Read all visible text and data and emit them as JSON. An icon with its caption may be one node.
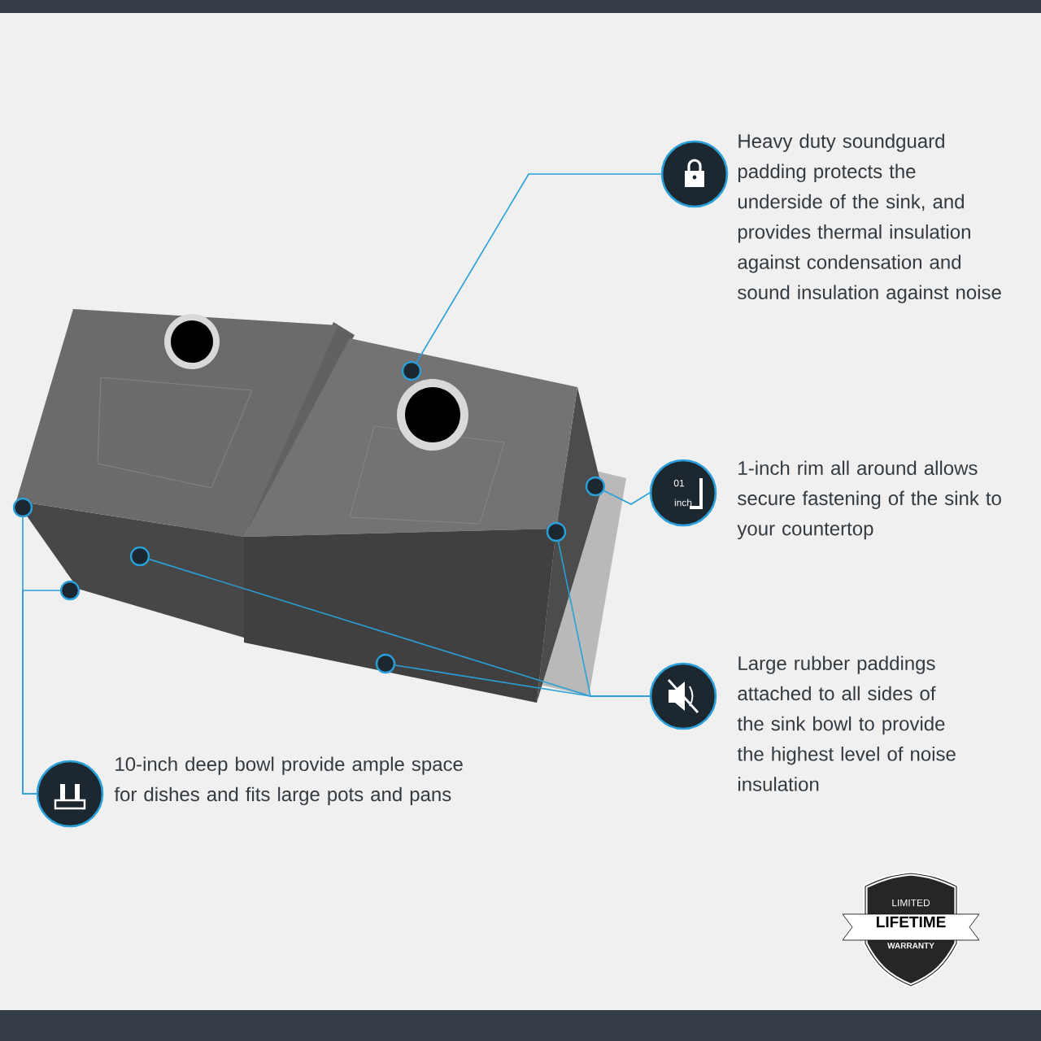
{
  "diagram": {
    "nodes": [
      {
        "text": [],
        "shape": "circle",
        "beside": [
          "Heavy duty soundguard padding protects the underside of the sink, and provides thermal insulation against condensation and sound insulation against noise"
        ]
      },
      {
        "text": [],
        "shape": "circle"
      },
      {
        "text": [
          "01 inch"
        ],
        "beside": [
          "1-inch rim all around allows secure fastening of the sink to your countertop"
        ]
      },
      {
        "text": [],
        "shape": "circle"
      },
      {
        "text": [],
        "shape": "circle"
      },
      {
        "text": [],
        "shape": "circle"
      },
      {
        "text": [],
        "shape": "circle"
      },
      {
        "text": [],
        "shape": "circle"
      },
      {
        "text": [],
        "shape": "circle"
      },
      {
        "text": [],
        "shape": "circle",
        "beside": [
          "Large rubber paddings attached to all sides of the sink bowl to provide the highest level of noise insulation"
        ]
      },
      {
        "text": [],
        "shape": "circle",
        "beside": [
          "10-inch deep bowl provide ample space for dishes and fits large pots and pans"
        ]
      },
      {
        "text": [
          "LIMITED",
          "LIFETIME",
          "WARRANTY"
        ]
      }
    ],
    "edges": [
      {
        "from": 0,
        "to": 1,
        "arrow": "none"
      },
      {
        "from": 2,
        "to": 3,
        "arrow": "none"
      },
      {
        "from": 9,
        "to": 5,
        "arrow": "none"
      },
      {
        "from": 9,
        "to": 6,
        "arrow": "none"
      },
      {
        "from": 9,
        "to": 8,
        "arrow": "none"
      },
      {
        "from": 10,
        "to": 4,
        "arrow": "none"
      },
      {
        "from": 10,
        "to": 7,
        "arrow": "none"
      }
    ]
  }
}
